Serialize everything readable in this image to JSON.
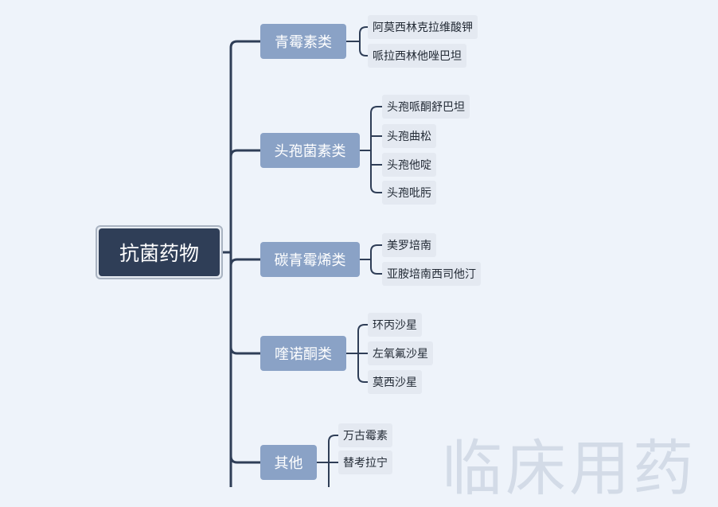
{
  "root": {
    "label": "抗菌药物"
  },
  "categories": [
    {
      "label": "青霉素类",
      "children": [
        "阿莫西林克拉维酸钾",
        "哌拉西林他唑巴坦"
      ]
    },
    {
      "label": "头孢菌素类",
      "children": [
        "头孢哌酮舒巴坦",
        "头孢曲松",
        "头孢他啶",
        "头孢吡肟"
      ]
    },
    {
      "label": "碳青霉烯类",
      "children": [
        "美罗培南",
        "亚胺培南西司他汀"
      ]
    },
    {
      "label": "喹诺酮类",
      "children": [
        "环丙沙星",
        "左氧氟沙星",
        "莫西沙星"
      ]
    },
    {
      "label": "其他",
      "children": [
        "万古霉素",
        "替考拉宁"
      ]
    }
  ],
  "watermark": "临床用药",
  "colors": {
    "background": "#eef3fa",
    "root": "#2f3e57",
    "category": "#8aa2c6",
    "leaf": "#e4e9f1",
    "connector": "#2f3e57"
  }
}
